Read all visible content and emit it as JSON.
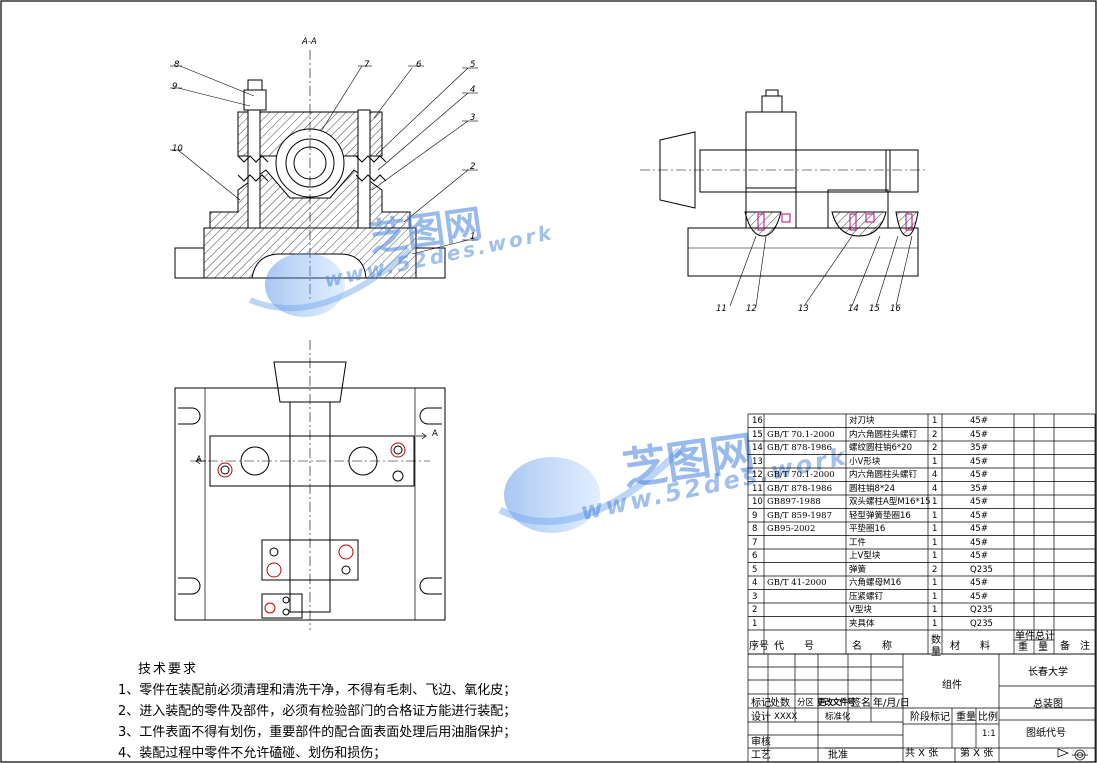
{
  "section_label": "A-A",
  "section_marks": {
    "left": "A",
    "right": "A"
  },
  "balloons_side": [
    "8",
    "9",
    "10",
    "7",
    "6",
    "5",
    "4",
    "3",
    "2",
    "1"
  ],
  "balloons_right": [
    "11",
    "12",
    "13",
    "14",
    "15",
    "16"
  ],
  "watermark": {
    "brand": "芝图网",
    "url": "www.52des.work"
  },
  "tech": {
    "title": "技术要求",
    "items": [
      "1、零件在装配前必须清理和清洗干净，不得有毛刺、飞边、氧化皮；",
      "2、进入装配的零件及部件，必须有检验部门的合格证方能进行装配；",
      "3、工件表面不得有划伤，重要部件的配合面表面处理后用油脂保护；",
      "4、装配过程中零件不允许磕碰、划伤和损伤；"
    ]
  },
  "bom": {
    "header": {
      "no": "序号",
      "code": "代　　号",
      "name": "名　　称",
      "qty": "数量",
      "material": "材　　料",
      "unit_wt": "单件",
      "total_wt": "总计",
      "weight": "重　量",
      "remark": "备　注"
    },
    "rows": [
      {
        "no": "16",
        "code": "",
        "name": "对刀块",
        "qty": "1",
        "material": "45#"
      },
      {
        "no": "15",
        "code": "GB/T 70.1-2000",
        "name": "内六角圆柱头螺钉",
        "qty": "2",
        "material": "45#"
      },
      {
        "no": "14",
        "code": "GB/T 878-1986",
        "name": "螺纹圆柱销6*20",
        "qty": "2",
        "material": "35#"
      },
      {
        "no": "13",
        "code": "",
        "name": "小V形块",
        "qty": "1",
        "material": "45#"
      },
      {
        "no": "12",
        "code": "GB/T 70.1-2000",
        "name": "内六角圆柱头螺钉",
        "qty": "4",
        "material": "45#"
      },
      {
        "no": "11",
        "code": "GB/T 878-1986",
        "name": "圆柱销8*24",
        "qty": "4",
        "material": "35#"
      },
      {
        "no": "10",
        "code": "GB897-1988",
        "name": "双头螺柱A型M16*15",
        "qty": "1",
        "material": "45#"
      },
      {
        "no": "9",
        "code": "GB/T 859-1987",
        "name": "轻型弹簧垫圈16",
        "qty": "1",
        "material": "45#"
      },
      {
        "no": "8",
        "code": "GB95-2002",
        "name": "平垫圈16",
        "qty": "1",
        "material": "45#"
      },
      {
        "no": "7",
        "code": "",
        "name": "工件",
        "qty": "1",
        "material": "45#"
      },
      {
        "no": "6",
        "code": "",
        "name": "上V型块",
        "qty": "1",
        "material": "45#"
      },
      {
        "no": "5",
        "code": "",
        "name": "弹簧",
        "qty": "2",
        "material": "Q235"
      },
      {
        "no": "4",
        "code": "GB/T 41-2000",
        "name": "六角螺母M16",
        "qty": "1",
        "material": "45#"
      },
      {
        "no": "3",
        "code": "",
        "name": "压紧螺钉",
        "qty": "1",
        "material": "45#"
      },
      {
        "no": "2",
        "code": "",
        "name": "V型块",
        "qty": "1",
        "material": "Q235"
      },
      {
        "no": "1",
        "code": "",
        "name": "夹具体",
        "qty": "1",
        "material": "Q235"
      }
    ]
  },
  "title_block": {
    "mark": "标记",
    "count": "处数",
    "zone": "分区",
    "change_doc": "更改文件号",
    "sign": "签名",
    "date": "年/月/日",
    "designer_label": "设计",
    "designer": "XXXX",
    "std_label": "标准化",
    "review": "审核",
    "process": "工艺",
    "approve": "批准",
    "stage": "阶段标记",
    "weight": "重量",
    "scale_label": "比例",
    "scale": "1:1",
    "group": "组件",
    "school": "长春大学",
    "drawing_name": "总装图",
    "drawing_code": "图纸代号",
    "sheets_total": "共 X 张",
    "sheet_no": "第 X 张"
  }
}
